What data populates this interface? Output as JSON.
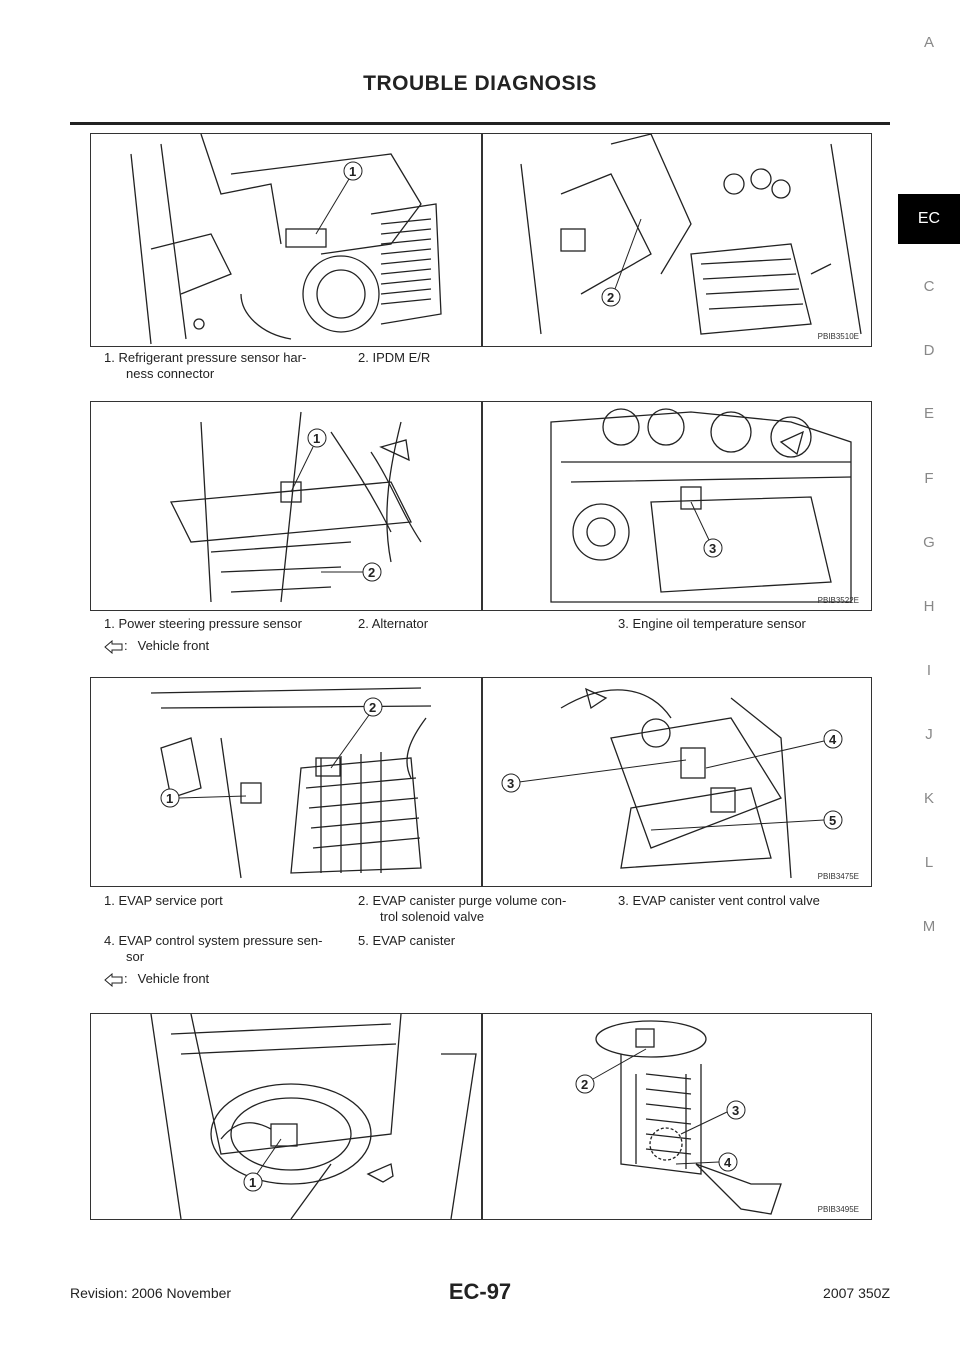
{
  "header": {
    "title": "TROUBLE DIAGNOSIS"
  },
  "sidebar": {
    "letters": [
      "A",
      "EC",
      "C",
      "D",
      "E",
      "F",
      "G",
      "H",
      "I",
      "J",
      "K",
      "L",
      "M"
    ],
    "active": "EC"
  },
  "figures": [
    {
      "code": "PBIB3510E",
      "captions": [
        "1. Refrigerant pressure sensor harness connector",
        "2. IPDM E/R"
      ]
    },
    {
      "code": "PBIB3522E",
      "captions": [
        "1. Power steering pressure sensor",
        "2. Alternator",
        "3. Engine oil temperature sensor"
      ],
      "note": "Vehicle front"
    },
    {
      "code": "PBIB3475E",
      "captions": [
        "1. EVAP service port",
        "2. EVAP canister purge volume control solenoid valve",
        "3. EVAP canister vent control valve",
        "4. EVAP control system pressure sensor",
        "5. EVAP canister"
      ],
      "note": "Vehicle front"
    },
    {
      "code": "PBIB3495E",
      "captions": []
    }
  ],
  "caption_lines": {
    "f1c1a": "1.   Refrigerant pressure sensor har-",
    "f1c1b": "ness connector",
    "f1c2": "2.   IPDM E/R",
    "f2c1": "1.   Power steering pressure sensor",
    "f2c2": "2.   Alternator",
    "f2c3": "3.   Engine oil temperature sensor",
    "f3c1": "1.   EVAP service port",
    "f3c2a": "2.   EVAP canister purge volume con-",
    "f3c2b": "trol solenoid valve",
    "f3c3": "3.   EVAP canister vent control valve",
    "f3c4a": "4.   EVAP control system pressure sen-",
    "f3c4b": "sor",
    "f3c5": "5.   EVAP canister",
    "note_prefix": ":",
    "note": "Vehicle front"
  },
  "footer": {
    "revision": "Revision: 2006 November",
    "page": "EC-97",
    "model": "2007 350Z"
  }
}
